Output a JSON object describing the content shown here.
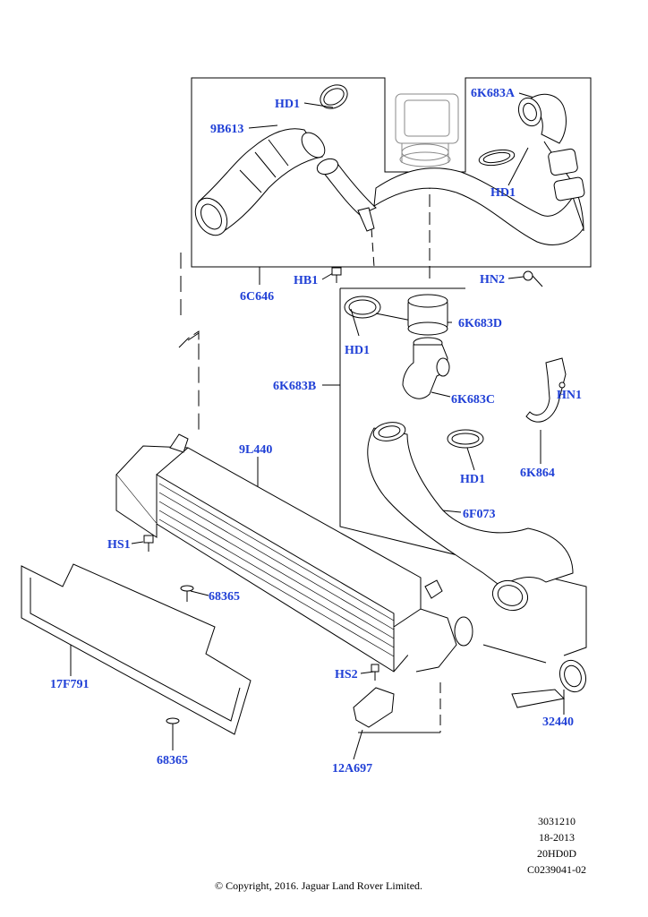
{
  "colors": {
    "callout": "#1f3fd6",
    "line": "#000000",
    "part_fill": "#ffffff",
    "part_shade": "#d9d9d9",
    "throttle_body": "#8a8a8a"
  },
  "callouts": {
    "hd1_top": "HD1",
    "p9b613": "9B613",
    "p6k683a": "6K683A",
    "hd1_right": "HD1",
    "hb1": "HB1",
    "p6c646": "6C646",
    "hn2": "HN2",
    "hd1_mid": "HD1",
    "p6k683d": "6K683D",
    "p6k683b": "6K683B",
    "p6k683c": "6K683C",
    "hn1": "HN1",
    "p6k864": "6K864",
    "p9l440": "9L440",
    "hd1_lower": "HD1",
    "p6f073": "6F073",
    "hs1": "HS1",
    "p68365_top": "68365",
    "p17f791": "17F791",
    "hs2": "HS2",
    "p32440": "32440",
    "p68365_bottom": "68365",
    "p12a697": "12A697"
  },
  "meta": {
    "code1": "3031210",
    "code2": "18-2013",
    "code3": "20HD0D",
    "code4": "C0239041-02",
    "copyright": "© Copyright, 2016. Jaguar Land Rover Limited."
  }
}
